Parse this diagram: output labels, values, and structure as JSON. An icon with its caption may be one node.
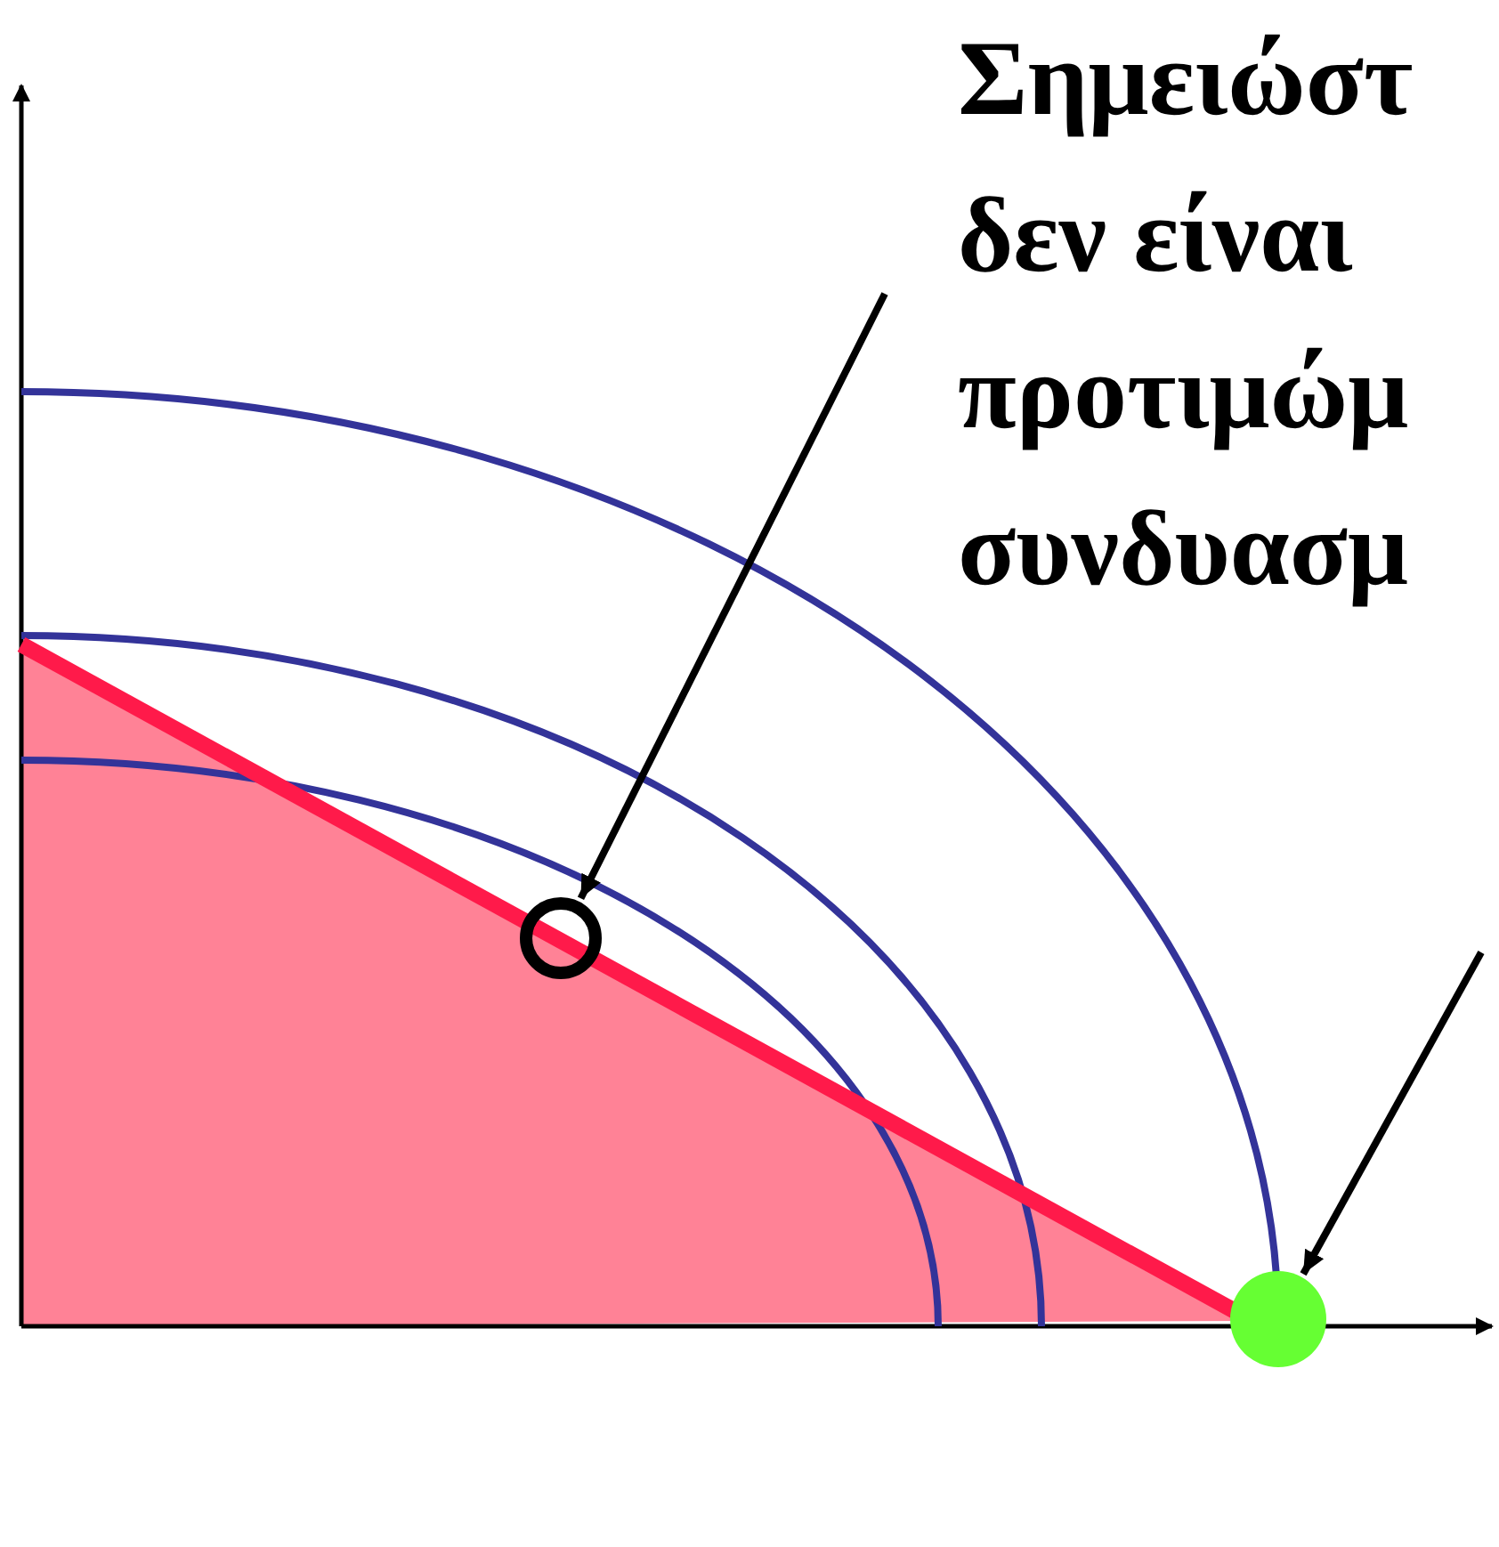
{
  "diagram": {
    "nodes": [
      {
        "text": [
          "Σημειώστ δεν είναι προτιμώμ συνδυασμ"
        ]
      },
      {
        "text": [],
        "shape": "circle"
      },
      {
        "text": [],
        "shape": "circle"
      }
    ],
    "edges": [
      {
        "from": 0,
        "to": 1,
        "arrow": "to"
      },
      {
        "from": null,
        "to": 2,
        "arrow": "to"
      }
    ]
  }
}
